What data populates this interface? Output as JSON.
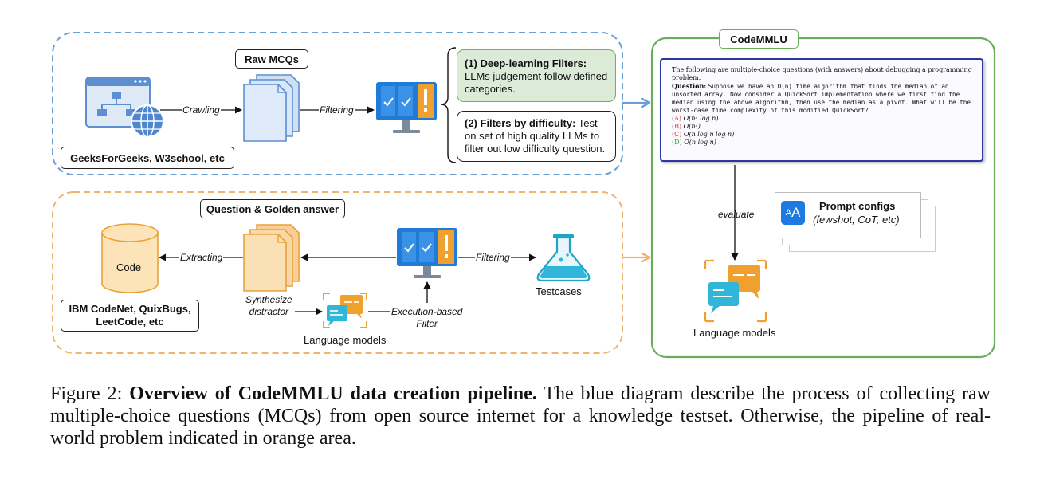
{
  "colors": {
    "blue_area": "#6a9fd6",
    "orange_area": "#f0b46e",
    "green_area": "#6aad5a",
    "question_border": "#2e37a0",
    "doc_orange": "#f7c580",
    "monitor_blue": "#1f7ad8"
  },
  "icons": [
    "website-sitemap-icon",
    "document-stack-icon",
    "monitor-filter-icon",
    "database-cylinder-icon",
    "flask-icon",
    "chat-bubbles-icon",
    "text-size-icon"
  ],
  "blue_section": {
    "raw_mcqs_label": "Raw MCQs",
    "crawling_label": "Crawling",
    "filtering_label": "Filtering",
    "sources_label": "GeeksForGeeks, W3school, etc",
    "filter1_title": "(1) Deep-learning Filters:",
    "filter1_text": "LLMs judgement follow defined categories.",
    "filter2_title": "(2) Filters by difficulty:",
    "filter2_text": "Test on set of high quality LLMs to filter out low difficulty question."
  },
  "orange_section": {
    "qa_label": "Question & Golden answer",
    "code_label": "Code",
    "extracting_label": "Extracting",
    "filtering_label": "Filtering",
    "testcases_label": "Testcases",
    "sources_line1": "IBM CodeNet, QuixBugs,",
    "sources_line2": "LeetCode, etc",
    "synth_line1": "Synthesize",
    "synth_line2": "distractor",
    "exec_line1": "Execution-based",
    "exec_line2": "Filter",
    "lm_label": "Language models"
  },
  "codemmlu": {
    "title": "CodeMMLU",
    "intro": "The following are multiple-choice questions (with answers) about debugging a programming problem.",
    "question_label": "Question:",
    "question_text": "Suppose we have an O(n) time algorithm that finds the median of an unsorted array. Now consider a QuickSort implementation where we first find the median using the above algorithm, then use the median as a pivot. What will be the worst-case time complexity of this modified QuickSort?",
    "options": [
      {
        "letter": "(A)",
        "text": "O(n² log n)",
        "color": "#c0392b"
      },
      {
        "letter": "(B)",
        "text": "O(n²)",
        "color": "#c0392b"
      },
      {
        "letter": "(C)",
        "text": "O(n log n log n)",
        "color": "#c0392b"
      },
      {
        "letter": "(D)",
        "text": "O(n log n)",
        "color": "#2e9e3a"
      }
    ],
    "evaluate_label": "evaluate",
    "prompt_title": "Prompt configs",
    "prompt_sub": "(fewshot, CoT, etc)",
    "lm_label": "Language models"
  },
  "caption": {
    "prefix": "Figure 2: ",
    "bold": "Overview of CodeMMLU data creation pipeline.",
    "rest": " The blue diagram describe the process of collecting raw multiple-choice questions (MCQs) from open source internet for a knowledge testset. Otherwise, the pipeline of real-world problem indicated in orange area."
  }
}
